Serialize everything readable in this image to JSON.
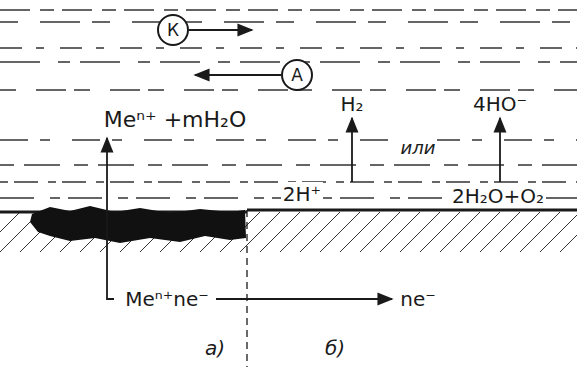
{
  "diagram": {
    "nodes": [
      {
        "text": [
          "К"
        ]
      },
      {
        "text": [
          "А"
        ]
      }
    ],
    "labels": [
      "Meⁿ⁺ +mH₂O",
      "H₂",
      "4HO⁻",
      "или",
      "2H⁺",
      "2H₂O+O₂",
      "Meⁿ⁺ne⁻",
      "ne⁻",
      "а)",
      "б)"
    ]
  }
}
